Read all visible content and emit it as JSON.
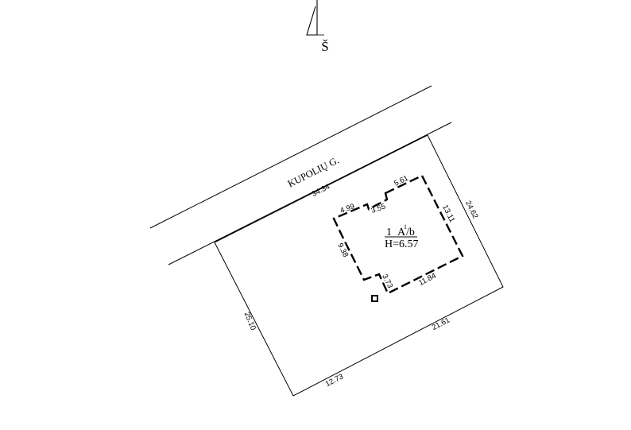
{
  "north_arrow": {
    "label": "Š"
  },
  "street": {
    "name": "KUPOLIŲ G."
  },
  "building": {
    "number": "1",
    "code": "A",
    "code_sup": "1",
    "code_suffix": "/b",
    "height": "H=6.57"
  },
  "plot_dimensions": {
    "front": "34.34",
    "right": "24.62",
    "left": "25.10",
    "bottom_left": "12.73",
    "bottom_right": "21.61"
  },
  "building_dimensions": {
    "top": "5.61",
    "upper_step": "4.99",
    "middle_step": "3.55",
    "right": "13.11",
    "left": "9.38",
    "lower_step": "3.73",
    "bottom": "11.84"
  }
}
